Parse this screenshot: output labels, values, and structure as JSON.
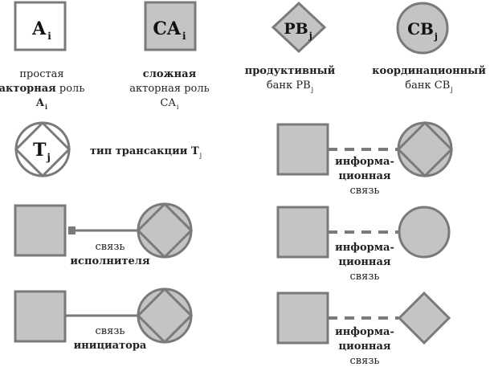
{
  "symbols": {
    "simple_role": {
      "glyph": "A",
      "sub": "i",
      "caption": {
        "line1": "простая",
        "line2": "акторная",
        "line2b": "роль",
        "line3": "A",
        "line3_sub": "i"
      }
    },
    "complex_role": {
      "glyph": "CA",
      "sub": "i",
      "caption": {
        "line1": "сложная",
        "line2": "акторная роль",
        "line3": "CA",
        "line3_sub": "i"
      }
    },
    "production_bank": {
      "glyph": "PB",
      "sub": "j",
      "caption": {
        "line1": "продуктивный",
        "line2": "банк PB",
        "line2_sub": "j"
      }
    },
    "coordination_bank": {
      "glyph": "CB",
      "sub": "j",
      "caption": {
        "line1": "координационный",
        "line2": "банк CB",
        "line2_sub": "j"
      }
    },
    "transaction_type": {
      "glyph": "T",
      "sub": "j",
      "caption": {
        "text": "тип трансакции T",
        "sub": "j"
      }
    }
  },
  "links": {
    "executor": {
      "line1": "связь",
      "line2": "исполнителя"
    },
    "initiator": {
      "line1": "связь",
      "line2": "инициатора"
    },
    "info_1": {
      "line1": "информа-",
      "line2": "ционная",
      "line3": "связь"
    },
    "info_2": {
      "line1": "информа-",
      "line2": "ционная",
      "line3": "связь"
    },
    "info_3": {
      "line1": "информа-",
      "line2": "ционная",
      "line3": "связь"
    }
  },
  "colors": {
    "stroke": "#7a7a7a",
    "fill_grey": "#c4c4c4",
    "fill_white": "#ffffff",
    "text": "#111111"
  }
}
